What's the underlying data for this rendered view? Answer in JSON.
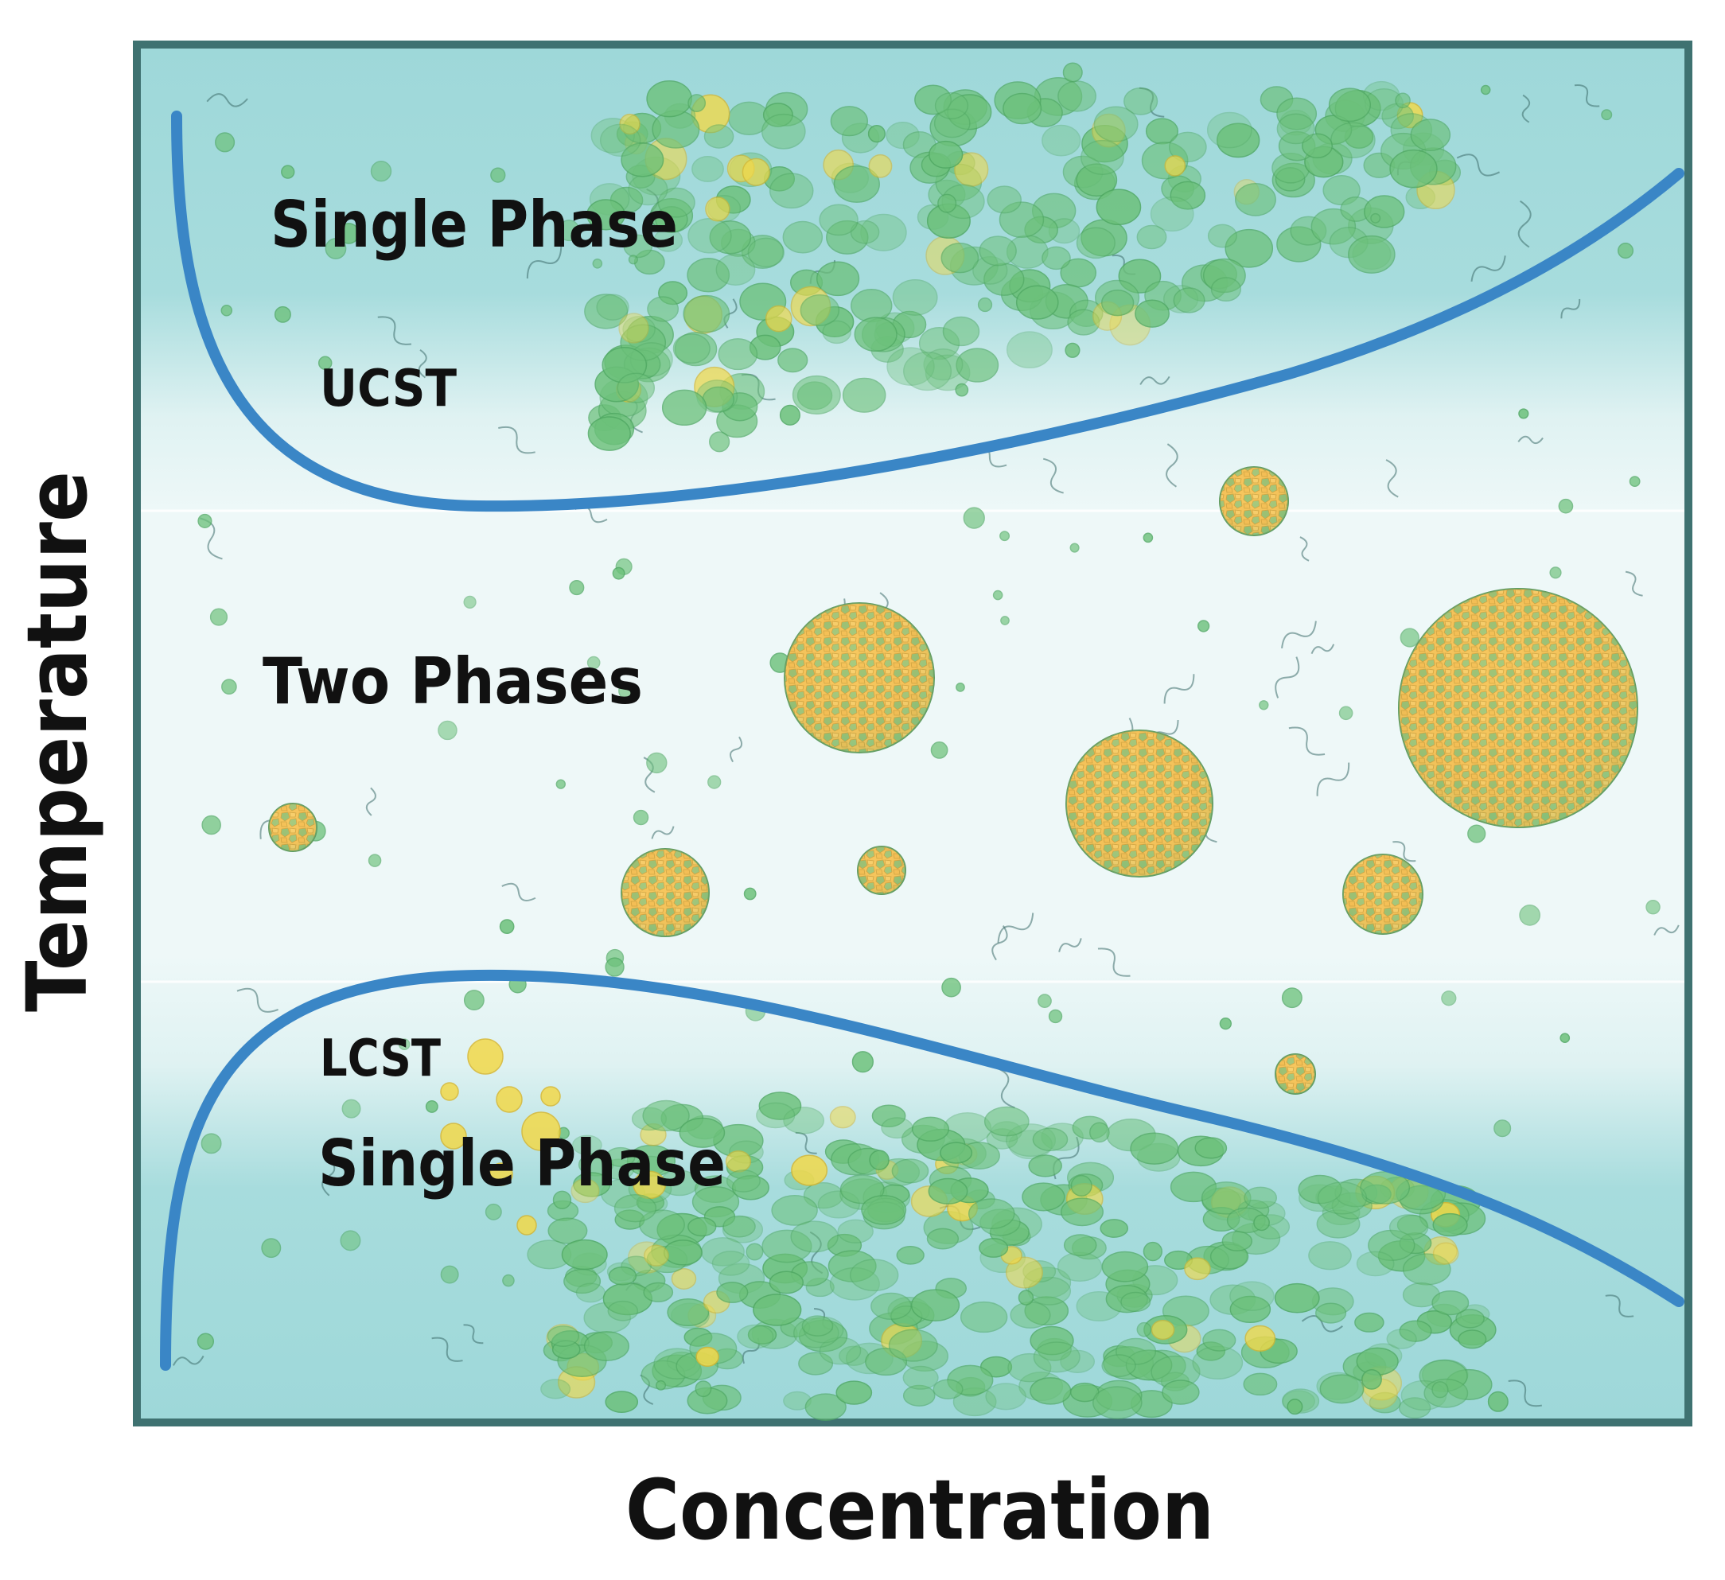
{
  "labels": {
    "x_axis": "Concentration",
    "y_axis": "Temperature",
    "upper_region": "Single Phase",
    "ucst": "UCST",
    "middle_region": "Two Phases",
    "lcst": "LCST",
    "lower_region": "Single Phase"
  },
  "colors": {
    "frame": "#3f7271",
    "teal": "#9fd9da",
    "pale": "#e9f6f6",
    "curve": "#3a86c6",
    "particle_green": "#6cc17a",
    "particle_yellow": "#f2d94a",
    "droplet_yellow": "#f6c65a"
  }
}
